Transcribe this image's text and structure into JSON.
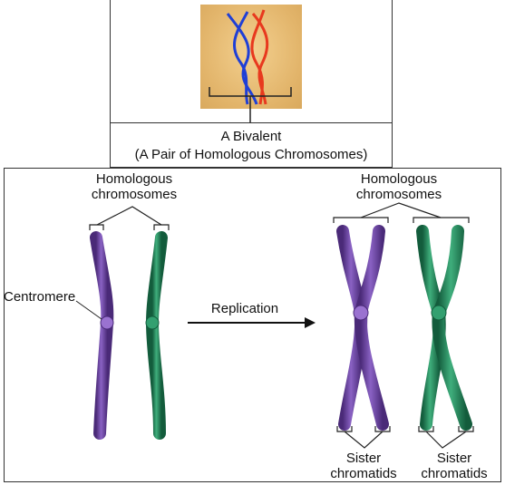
{
  "top": {
    "title": "A Bivalent",
    "subtitle": "(A Pair of Homologous Chromosomes)"
  },
  "left": {
    "homologous_line1": "Homologous",
    "homologous_line2": "chromosomes",
    "centromere": "Centromere"
  },
  "arrow": {
    "label": "Replication"
  },
  "right": {
    "homologous_line1": "Homologous",
    "homologous_line2": "chromosomes",
    "sister_a_line1": "Sister",
    "sister_a_line2": "chromatids",
    "sister_b_line1": "Sister",
    "sister_b_line2": "chromatids"
  },
  "colors": {
    "purple": "#6b3fa0",
    "green": "#1f8a5c",
    "blue_strand": "#1f3fd6",
    "red_strand": "#e8391e"
  }
}
